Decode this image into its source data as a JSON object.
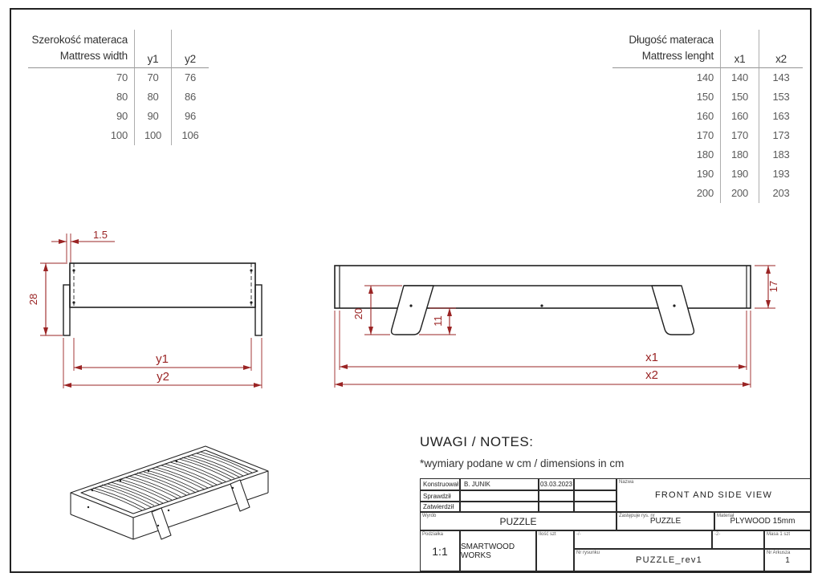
{
  "page": {
    "bg": "#ffffff",
    "line_color": "#1f1f1f",
    "dim_color": "#9a2424"
  },
  "width_table": {
    "title_pl": "Szerokość materaca",
    "title_en": "Mattress width",
    "col1": "y1",
    "col2": "y2",
    "rows": [
      [
        "70",
        "70",
        "76"
      ],
      [
        "80",
        "80",
        "86"
      ],
      [
        "90",
        "90",
        "96"
      ],
      [
        "100",
        "100",
        "106"
      ]
    ]
  },
  "length_table": {
    "title_pl": "Długość materaca",
    "title_en": "Mattress lenght",
    "col1": "x1",
    "col2": "x2",
    "rows": [
      [
        "140",
        "140",
        "143"
      ],
      [
        "150",
        "150",
        "153"
      ],
      [
        "160",
        "160",
        "163"
      ],
      [
        "170",
        "170",
        "173"
      ],
      [
        "180",
        "180",
        "183"
      ],
      [
        "190",
        "190",
        "193"
      ],
      [
        "200",
        "200",
        "203"
      ]
    ]
  },
  "side_view": {
    "dims": {
      "thickness": "1.5",
      "height": "28",
      "inner_width": "y1",
      "outer_width": "y2"
    }
  },
  "front_view": {
    "dims": {
      "leg_height": "20",
      "leg_below": "11",
      "rail_height": "17",
      "inner_length": "x1",
      "outer_length": "x2"
    }
  },
  "notes": {
    "title": "UWAGI / NOTES:",
    "line": "*wymiary podane w cm / dimensions in cm"
  },
  "title_block": {
    "designed_label": "Konstruował",
    "designed_value": "B. JUNIK",
    "date": "03.03.2023",
    "checked_label": "Sprawdził",
    "approved_label": "Zatwierdził",
    "product_label": "Wyrób",
    "product_value": "PUZZLE",
    "name_label": "Nazwa",
    "name_value": "FRONT AND SIDE VIEW",
    "replaces_label": "Zastępuje rys. nr",
    "replaces_value": "PUZZLE",
    "material_label": "Materiał",
    "material_value": "PLYWOOD 15mm",
    "scale_label": "Podziałka",
    "scale_value": "1:1",
    "company": "SMARTWOOD WORKS",
    "qty_label": "Ilość szt",
    "mark_left": "-/-",
    "mark_right": "-2-",
    "drawing_no_label": "Nr rysunku",
    "drawing_no_value": "PUZZLE_rev1",
    "mass_label": "Masa 1 szt",
    "sheet_label": "Nr Arkusza",
    "sheet_value": "1"
  }
}
